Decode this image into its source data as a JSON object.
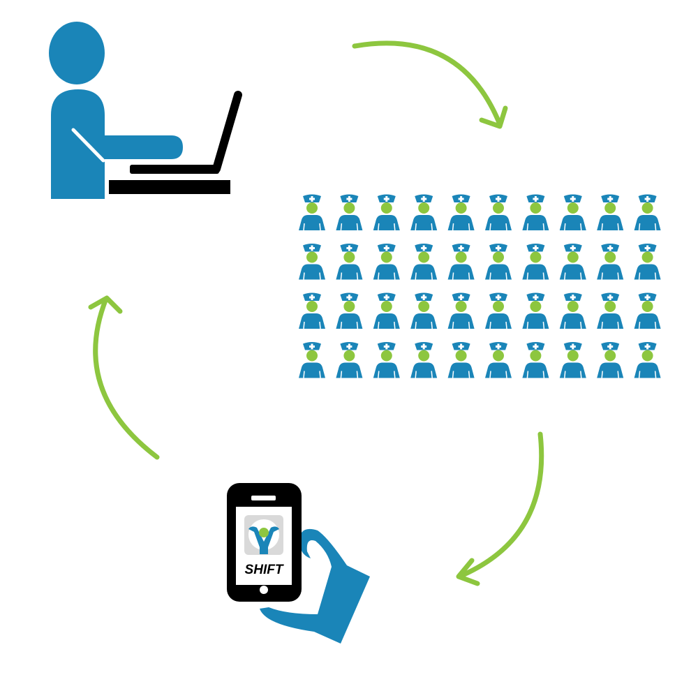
{
  "colors": {
    "blue": "#1a85b8",
    "green": "#8dc63f",
    "black": "#000000",
    "grey": "#d9d9d9"
  },
  "app": {
    "name": "SHIFT"
  },
  "nurse_grid": {
    "rows": 4,
    "cols": 10
  },
  "icons": [
    "person-at-laptop-icon",
    "nurse-icon",
    "phone-in-hand-icon",
    "cycle-arrow-icon"
  ]
}
